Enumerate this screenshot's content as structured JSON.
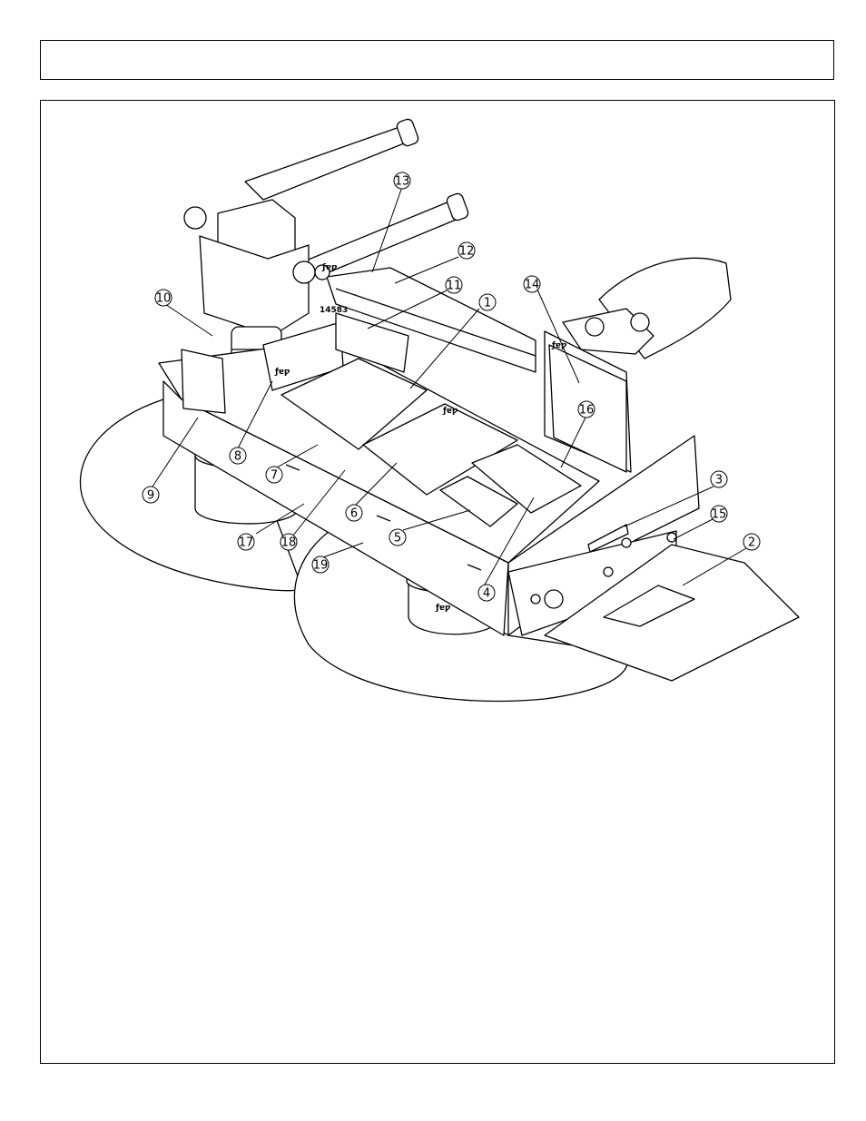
{
  "header": {
    "title": ""
  },
  "colors": {
    "line": "#000000",
    "paper": "#ffffff",
    "decal": "#ffffff",
    "shade": "#d9d9d9"
  },
  "stamps": {
    "brand": "ƒɐƿ",
    "part_number": "14583"
  },
  "callouts": [
    {
      "id": "c1",
      "label": "1"
    },
    {
      "id": "c2",
      "label": "2"
    },
    {
      "id": "c3",
      "label": "3"
    },
    {
      "id": "c4",
      "label": "4"
    },
    {
      "id": "c5",
      "label": "5"
    },
    {
      "id": "c6",
      "label": "6"
    },
    {
      "id": "c7",
      "label": "7"
    },
    {
      "id": "c8",
      "label": "8"
    },
    {
      "id": "c9",
      "label": "9"
    },
    {
      "id": "c10",
      "label": "10"
    },
    {
      "id": "c11",
      "label": "11"
    },
    {
      "id": "c12",
      "label": "12"
    },
    {
      "id": "c13",
      "label": "13"
    },
    {
      "id": "c14",
      "label": "14"
    },
    {
      "id": "c15",
      "label": "15"
    },
    {
      "id": "c16",
      "label": "16"
    },
    {
      "id": "c17",
      "label": "17"
    },
    {
      "id": "c18",
      "label": "18"
    },
    {
      "id": "c19",
      "label": "19"
    }
  ]
}
